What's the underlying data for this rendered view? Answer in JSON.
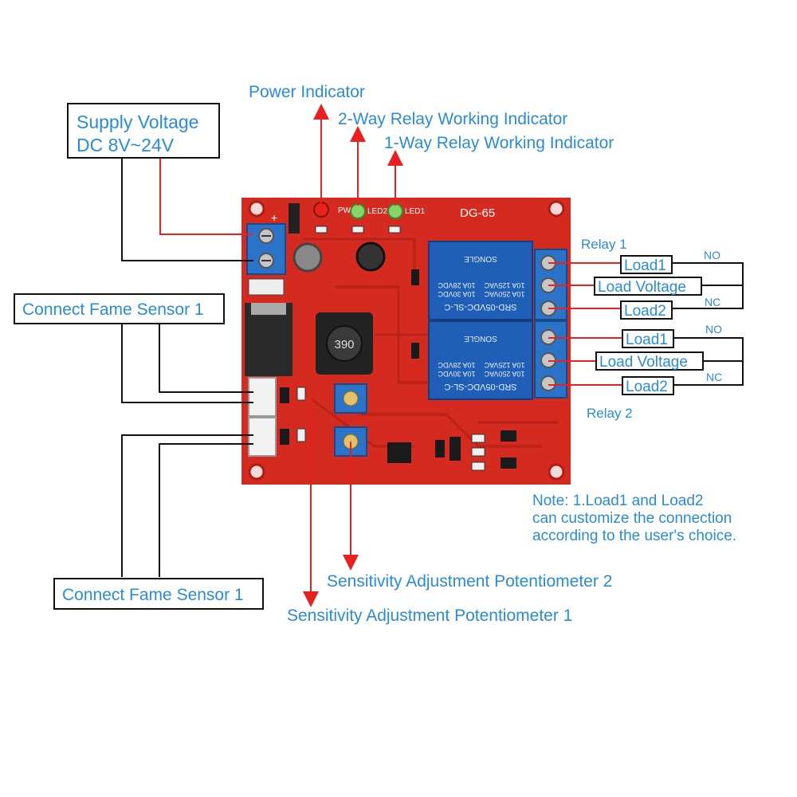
{
  "board": {
    "model": "DG-65",
    "led_labels": {
      "pw": "PW",
      "led2": "LED2",
      "led1": "LED1"
    },
    "relay_text": {
      "model": "SRD-05VDC-SL-C",
      "brand": "SONGLE",
      "r1": "10A 250VAC",
      "r2": "10A 30VDC",
      "r3": "10A 125VAC",
      "r4": "10A 28VDC"
    },
    "inductor": "390",
    "polarity": "+"
  },
  "labels": {
    "power_indicator": "Power Indicator",
    "relay2_indicator": "2-Way Relay Working Indicator",
    "relay1_indicator": "1-Way Relay Working Indicator",
    "supply_voltage_line1": "Supply Voltage",
    "supply_voltage_line2": "DC 8V~24V",
    "sensor1_top": "Connect Fame Sensor 1",
    "sensor1_bottom": "Connect Fame Sensor 1",
    "relay1": "Relay 1",
    "relay2": "Relay 2",
    "pot2": "Sensitivity Adjustment Potentiometer 2",
    "pot1": "Sensitivity Adjustment Potentiometer 1"
  },
  "relay1_terminals": {
    "load1": "Load1",
    "load_voltage": "Load Voltage",
    "load2": "Load2",
    "no": "NO",
    "nc": "NC"
  },
  "relay2_terminals": {
    "load1": "Load1",
    "load_voltage": "Load Voltage",
    "load2": "Load2",
    "no": "NO",
    "nc": "NC"
  },
  "note": {
    "line1": "Note: 1.Load1 and Load2",
    "line2": "can customize the connection",
    "line3": "according to the user's choice."
  },
  "colors": {
    "pcb": "#d42a1f",
    "relay": "#1f5fb8",
    "label": "#2a8bd6",
    "wire": "#e82020",
    "line": "#111111"
  }
}
